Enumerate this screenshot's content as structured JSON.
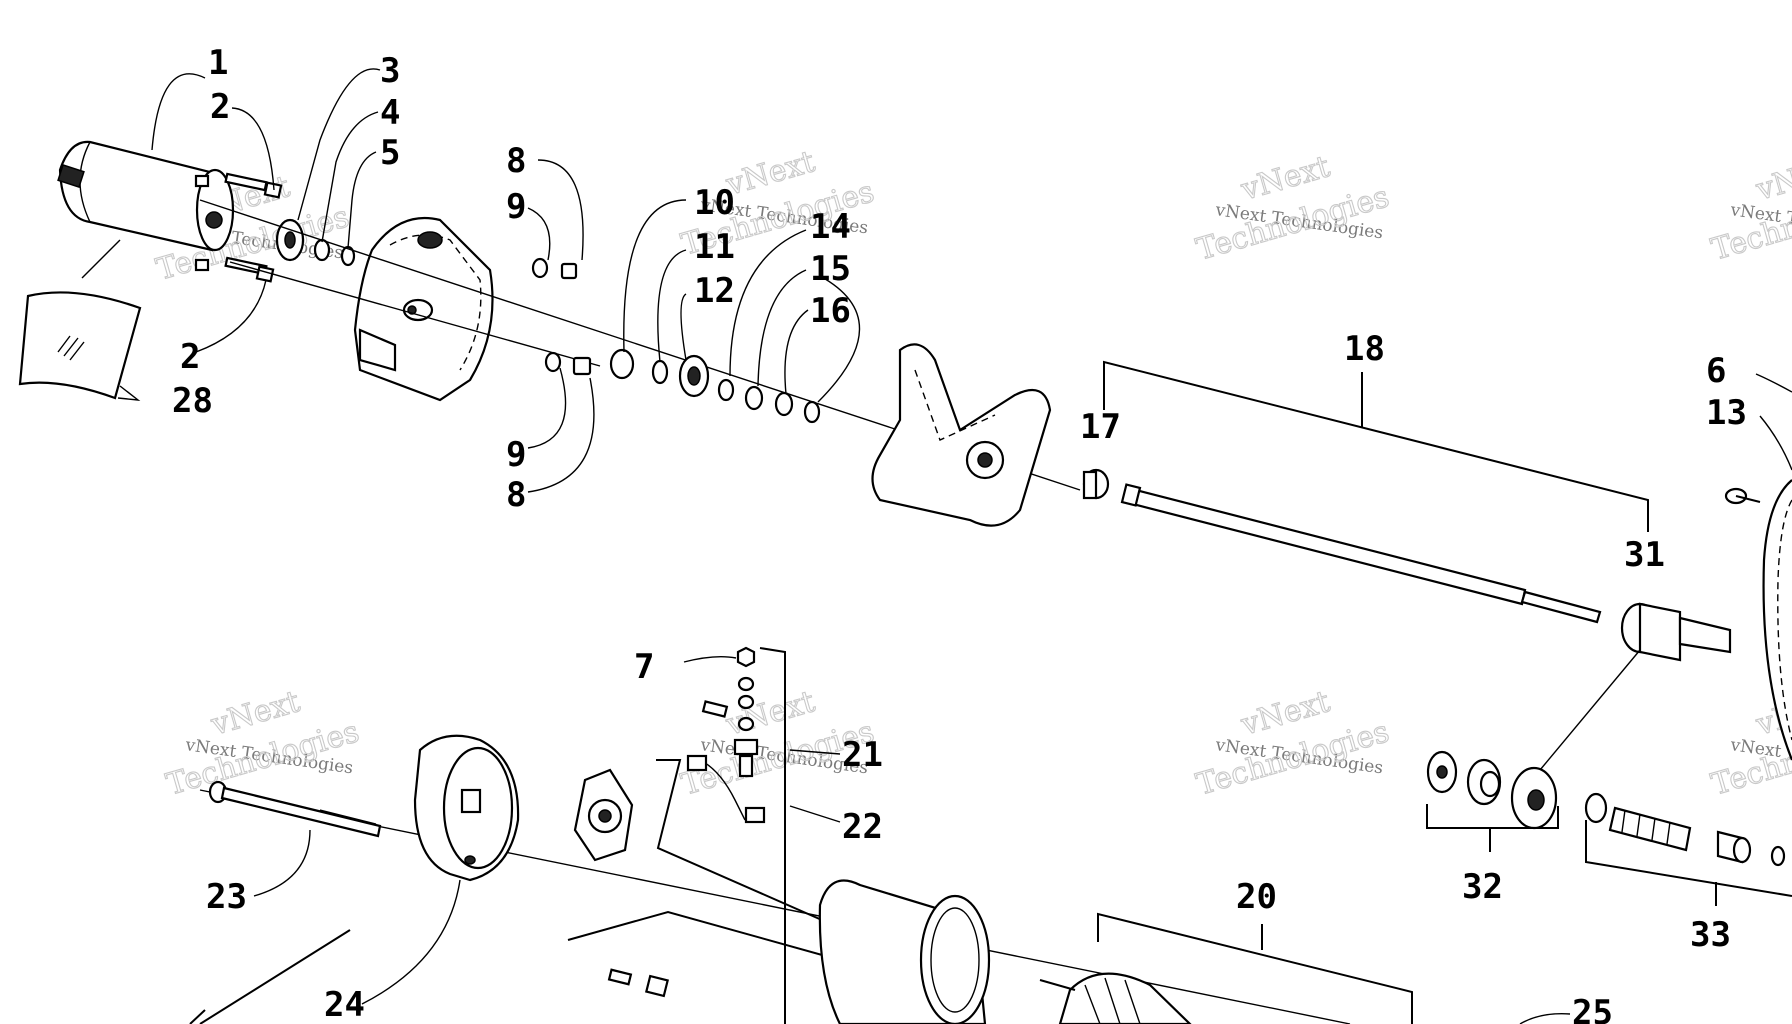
{
  "callouts": [
    {
      "id": "p1",
      "text": "1"
    },
    {
      "id": "p2a",
      "text": "2"
    },
    {
      "id": "p2b",
      "text": "2"
    },
    {
      "id": "p3",
      "text": "3"
    },
    {
      "id": "p4",
      "text": "4"
    },
    {
      "id": "p5",
      "text": "5"
    },
    {
      "id": "p6",
      "text": "6"
    },
    {
      "id": "p7",
      "text": "7"
    },
    {
      "id": "p8a",
      "text": "8"
    },
    {
      "id": "p8b",
      "text": "8"
    },
    {
      "id": "p9a",
      "text": "9"
    },
    {
      "id": "p9b",
      "text": "9"
    },
    {
      "id": "p10",
      "text": "10"
    },
    {
      "id": "p11",
      "text": "11"
    },
    {
      "id": "p12",
      "text": "12"
    },
    {
      "id": "p13",
      "text": "13"
    },
    {
      "id": "p14",
      "text": "14"
    },
    {
      "id": "p15",
      "text": "15"
    },
    {
      "id": "p16",
      "text": "16"
    },
    {
      "id": "p17",
      "text": "17"
    },
    {
      "id": "p18",
      "text": "18"
    },
    {
      "id": "p20",
      "text": "20"
    },
    {
      "id": "p21",
      "text": "21"
    },
    {
      "id": "p22",
      "text": "22"
    },
    {
      "id": "p23",
      "text": "23"
    },
    {
      "id": "p24",
      "text": "24"
    },
    {
      "id": "p25",
      "text": "25"
    },
    {
      "id": "p28",
      "text": "28"
    },
    {
      "id": "p31",
      "text": "31"
    },
    {
      "id": "p32",
      "text": "32"
    },
    {
      "id": "p33",
      "text": "33"
    }
  ],
  "watermark": {
    "line1": "vNext",
    "line2": "vNext Technologies",
    "line3": "Technologies"
  }
}
